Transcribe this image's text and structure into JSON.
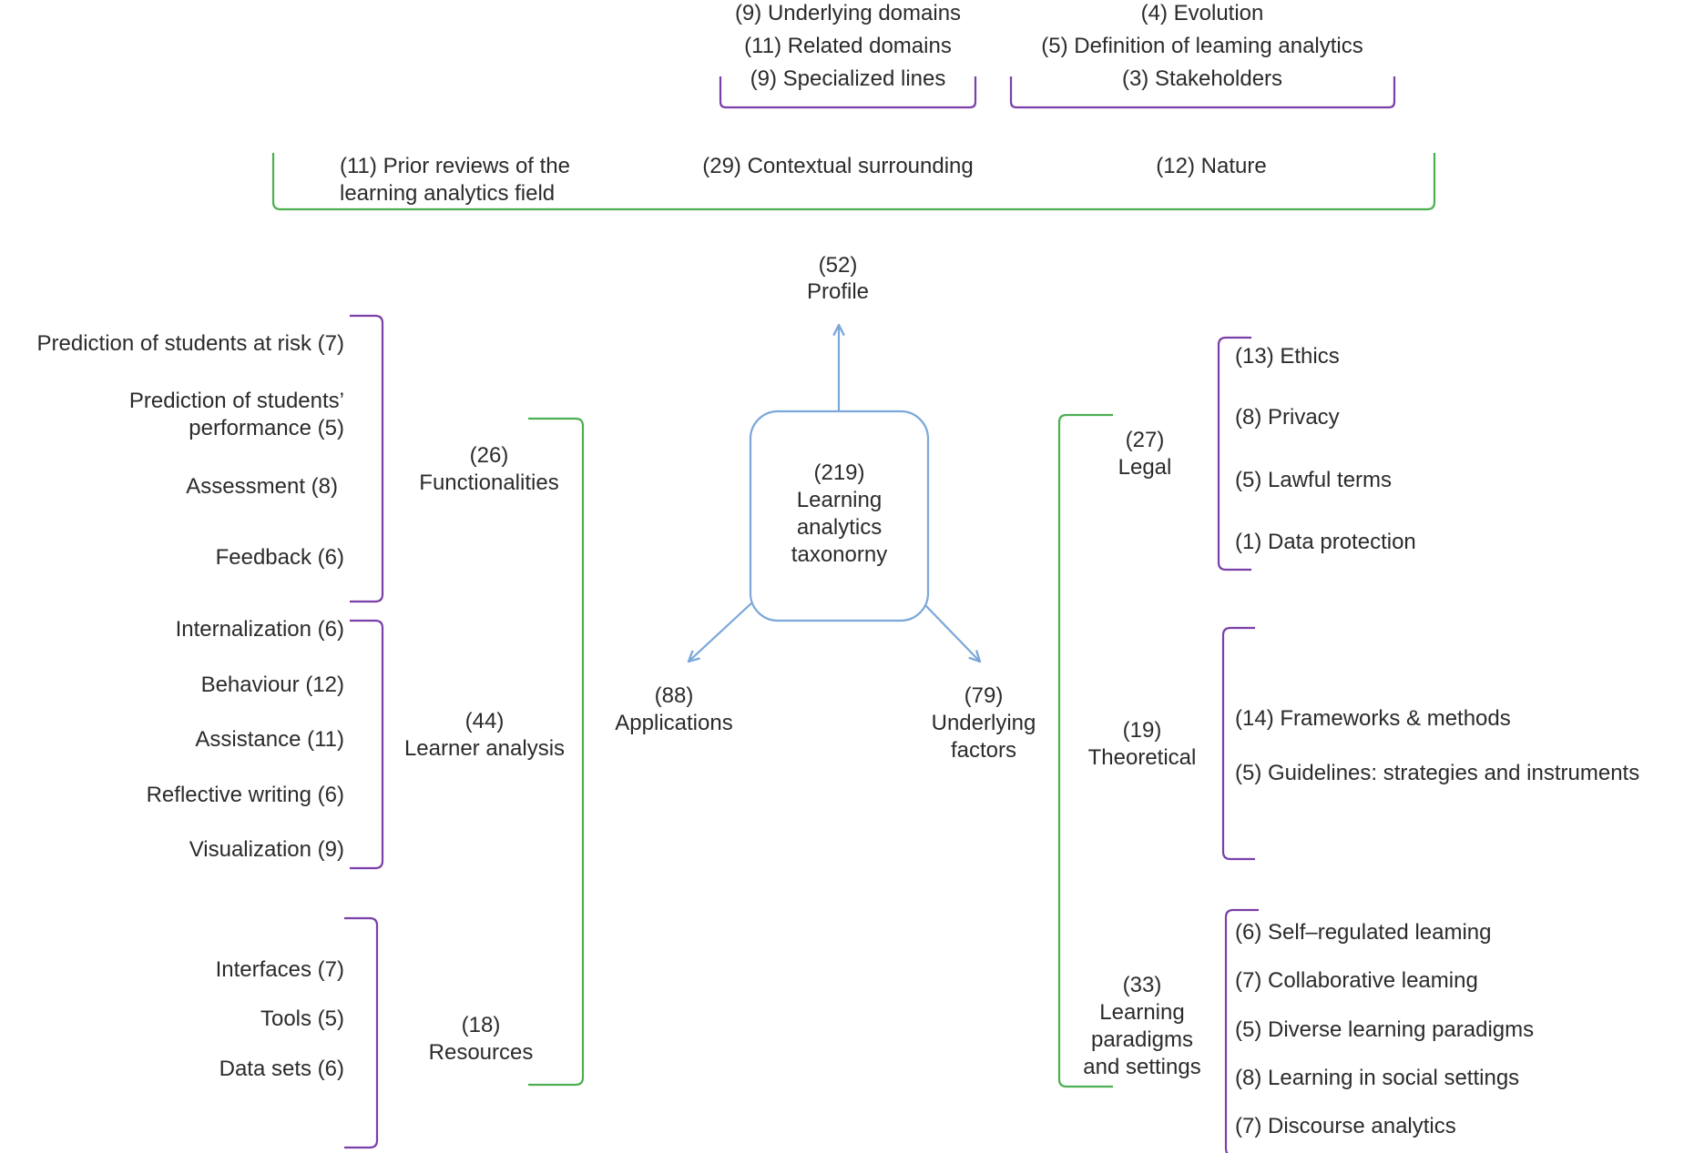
{
  "colors": {
    "subgroup_bracket": "#7a3fa8",
    "group_bracket": "#4caf50",
    "core": "#7ba7d9",
    "text": "#2b2b2b"
  },
  "center": {
    "count": "(219)",
    "line1": "Learning",
    "line2": "analytics",
    "line3": "taxonorny"
  },
  "profile": {
    "count": "(52)",
    "label": "Profile",
    "prior": {
      "count": "(11)",
      "line1": "Prior reviews of the",
      "line2": "learning analytics field"
    },
    "contextual": {
      "label": "(29) Contextual surrounding",
      "items": [
        "(9) Underlying domains",
        "(11) Related domains",
        "(9) Specialized lines"
      ]
    },
    "nature": {
      "label": "(12) Nature",
      "items": [
        "(4) Evolution",
        "(5) Definition of leaming analytics",
        "(3) Stakeholders"
      ]
    }
  },
  "applications": {
    "count": "(88)",
    "label": "Applications",
    "functionalities": {
      "count": "(26)",
      "label": "Functionalities",
      "items": [
        "Prediction of students at risk (7)",
        "Prediction of students’",
        "performance (5)",
        "Assessment (8)",
        "Feedback (6)"
      ]
    },
    "learner_analysis": {
      "count": "(44)",
      "label": "Learner analysis",
      "items": [
        "Internalization (6)",
        "Behaviour (12)",
        "Assistance (11)",
        "Reflective writing (6)",
        "Visualization (9)"
      ]
    },
    "resources": {
      "count": "(18)",
      "label": "Resources",
      "items": [
        "Interfaces (7)",
        "Tools (5)",
        "Data sets (6)"
      ]
    }
  },
  "underlying": {
    "count": "(79)",
    "line1": "Underlying",
    "line2": "factors",
    "legal": {
      "count": "(27)",
      "label": "Legal",
      "items": [
        "(13) Ethics",
        "(8) Privacy",
        "(5) Lawful terms",
        "(1) Data protection"
      ]
    },
    "theoretical": {
      "count": "(19)",
      "label": "Theoretical",
      "items": [
        "(14) Frameworks & methods",
        "(5) Guidelines: strategies and instruments"
      ]
    },
    "paradigms": {
      "count": "(33)",
      "line1": "Learning",
      "line2": "paradigms",
      "line3": "and settings",
      "items": [
        "(6) Self–regulated leaming",
        "(7) Collaborative leaming",
        "(5) Diverse learning paradigms",
        "(8) Learning in social settings",
        "(7) Discourse analytics"
      ]
    }
  }
}
